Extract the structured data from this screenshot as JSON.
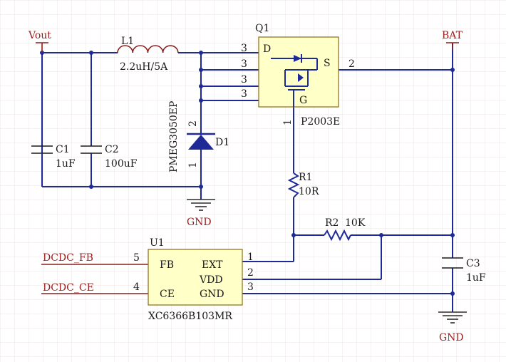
{
  "net_labels": {
    "vout": "Vout",
    "bat": "BAT",
    "gnd_a": "GND",
    "gnd_b": "GND",
    "dcdc_fb": "DCDC_FB",
    "dcdc_ce": "DCDC_CE"
  },
  "inductor": {
    "ref": "L1",
    "value": "2.2uH/5A"
  },
  "c1": {
    "ref": "C1",
    "value": "1uF"
  },
  "c2": {
    "ref": "C2",
    "value": "100uF"
  },
  "c3": {
    "ref": "C3",
    "value": "1uF"
  },
  "diode": {
    "ref": "D1",
    "part": "PMEG3050EP",
    "pin_a": "2",
    "pin_b": "1"
  },
  "r1": {
    "ref": "R1",
    "value": "10R"
  },
  "r2": {
    "ref": "R2",
    "value": "10K"
  },
  "q1": {
    "ref": "Q1",
    "part": "P2003E",
    "pin_d": "D",
    "pin_s": "S",
    "pin_g": "G",
    "pin_num_d": "3",
    "pin_num_s": "2",
    "pin_num_g": "1"
  },
  "u1": {
    "ref": "U1",
    "part": "XC6366B103MR",
    "pin_fb": "FB",
    "pin_ce": "CE",
    "pin_ext": "EXT",
    "pin_vdd": "VDD",
    "pin_gnd": "GND",
    "num_fb": "5",
    "num_ce": "4",
    "num_ext": "1",
    "num_vdd": "2",
    "num_gnd": "3"
  }
}
